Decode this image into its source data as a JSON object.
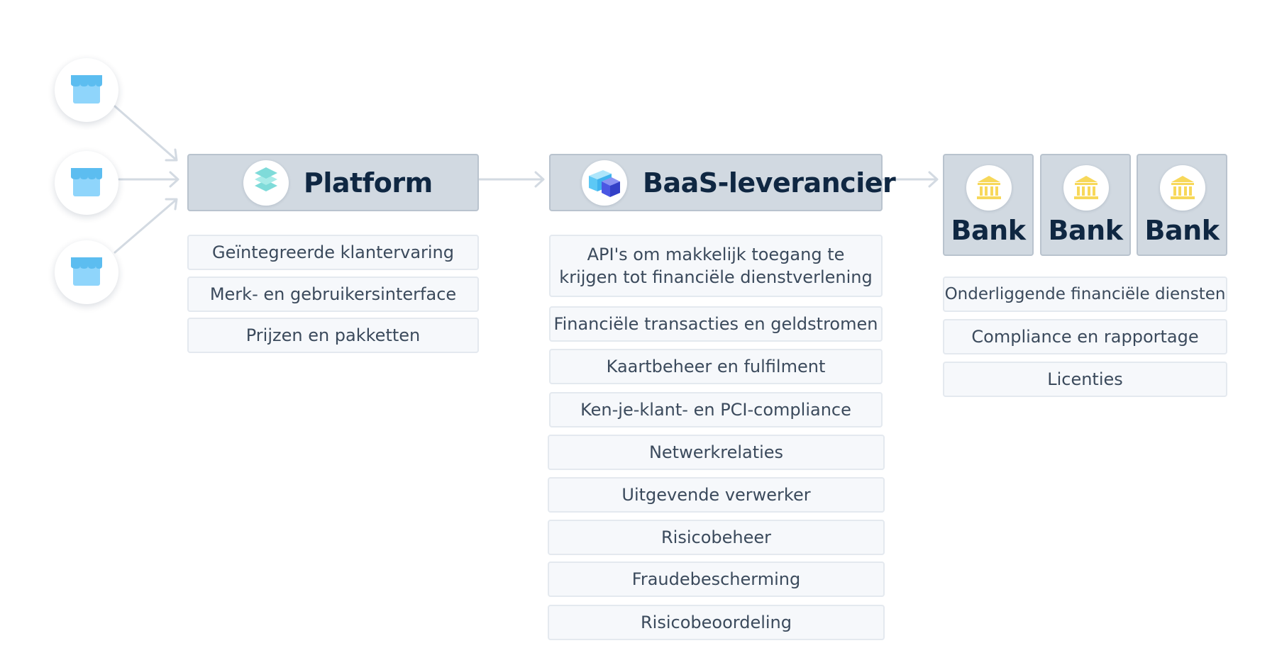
{
  "icons": {
    "merchant": "storefront-icon",
    "platform": "layers-icon",
    "baas": "cube-icon",
    "bank": "bank-building-icon"
  },
  "colors": {
    "node_fill": "#d1d9e1",
    "node_border": "#b9c3ce",
    "feature_fill": "#f6f8fb",
    "feature_border": "#e4e9ef",
    "arrow": "#d3dae2",
    "title_text": "#0f2742",
    "feature_text": "#3b4a5c",
    "storefront_blue": "#5cbdf0",
    "layers_teal": "#7fdbd9",
    "cube_blue": "#4b57e3",
    "bank_gold": "#f7d85a"
  },
  "platform": {
    "title": "Platform",
    "features": [
      "Geïntegreerde klantervaring",
      "Merk- en gebruikersinterface",
      "Prijzen en pakketten"
    ]
  },
  "baas": {
    "title": "BaaS-leverancier",
    "features": [
      "API's om makkelijk toegang te krijgen tot financiële dienstverlening",
      "Financiële transacties en geldstromen",
      "Kaartbeheer en fulfilment",
      "Ken-je-klant- en PCI-compliance",
      "Netwerkrelaties",
      "Uitgevende verwerker",
      "Risicobeheer",
      "Fraudebescherming",
      "Risicobeoordeling"
    ]
  },
  "banks": {
    "items": [
      "Bank",
      "Bank",
      "Bank"
    ],
    "features": [
      "Onderliggende financiële diensten",
      "Compliance en rapportage",
      "Licenties"
    ]
  }
}
